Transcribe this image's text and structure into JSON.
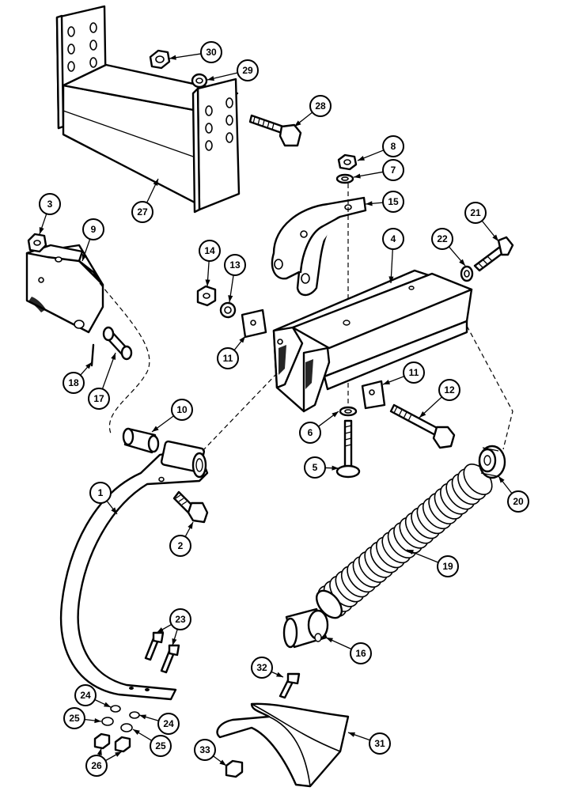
{
  "callouts": [
    {
      "id": "c30",
      "label": "30"
    },
    {
      "id": "c29",
      "label": "29"
    },
    {
      "id": "c28",
      "label": "28"
    },
    {
      "id": "c27",
      "label": "27"
    },
    {
      "id": "c3",
      "label": "3"
    },
    {
      "id": "c9",
      "label": "9"
    },
    {
      "id": "c8",
      "label": "8"
    },
    {
      "id": "c7",
      "label": "7"
    },
    {
      "id": "c15",
      "label": "15"
    },
    {
      "id": "c21",
      "label": "21"
    },
    {
      "id": "c22",
      "label": "22"
    },
    {
      "id": "c4",
      "label": "4"
    },
    {
      "id": "c14",
      "label": "14"
    },
    {
      "id": "c13",
      "label": "13"
    },
    {
      "id": "c11a",
      "label": "11"
    },
    {
      "id": "c11b",
      "label": "11"
    },
    {
      "id": "c12",
      "label": "12"
    },
    {
      "id": "c18",
      "label": "18"
    },
    {
      "id": "c17",
      "label": "17"
    },
    {
      "id": "c10",
      "label": "10"
    },
    {
      "id": "c6",
      "label": "6"
    },
    {
      "id": "c5",
      "label": "5"
    },
    {
      "id": "c20",
      "label": "20"
    },
    {
      "id": "c1",
      "label": "1"
    },
    {
      "id": "c2",
      "label": "2"
    },
    {
      "id": "c19",
      "label": "19"
    },
    {
      "id": "c23",
      "label": "23"
    },
    {
      "id": "c16",
      "label": "16"
    },
    {
      "id": "c32",
      "label": "32"
    },
    {
      "id": "c24a",
      "label": "24"
    },
    {
      "id": "c24b",
      "label": "24"
    },
    {
      "id": "c25a",
      "label": "25"
    },
    {
      "id": "c25b",
      "label": "25"
    },
    {
      "id": "c26",
      "label": "26"
    },
    {
      "id": "c31",
      "label": "31"
    },
    {
      "id": "c33",
      "label": "33"
    }
  ]
}
